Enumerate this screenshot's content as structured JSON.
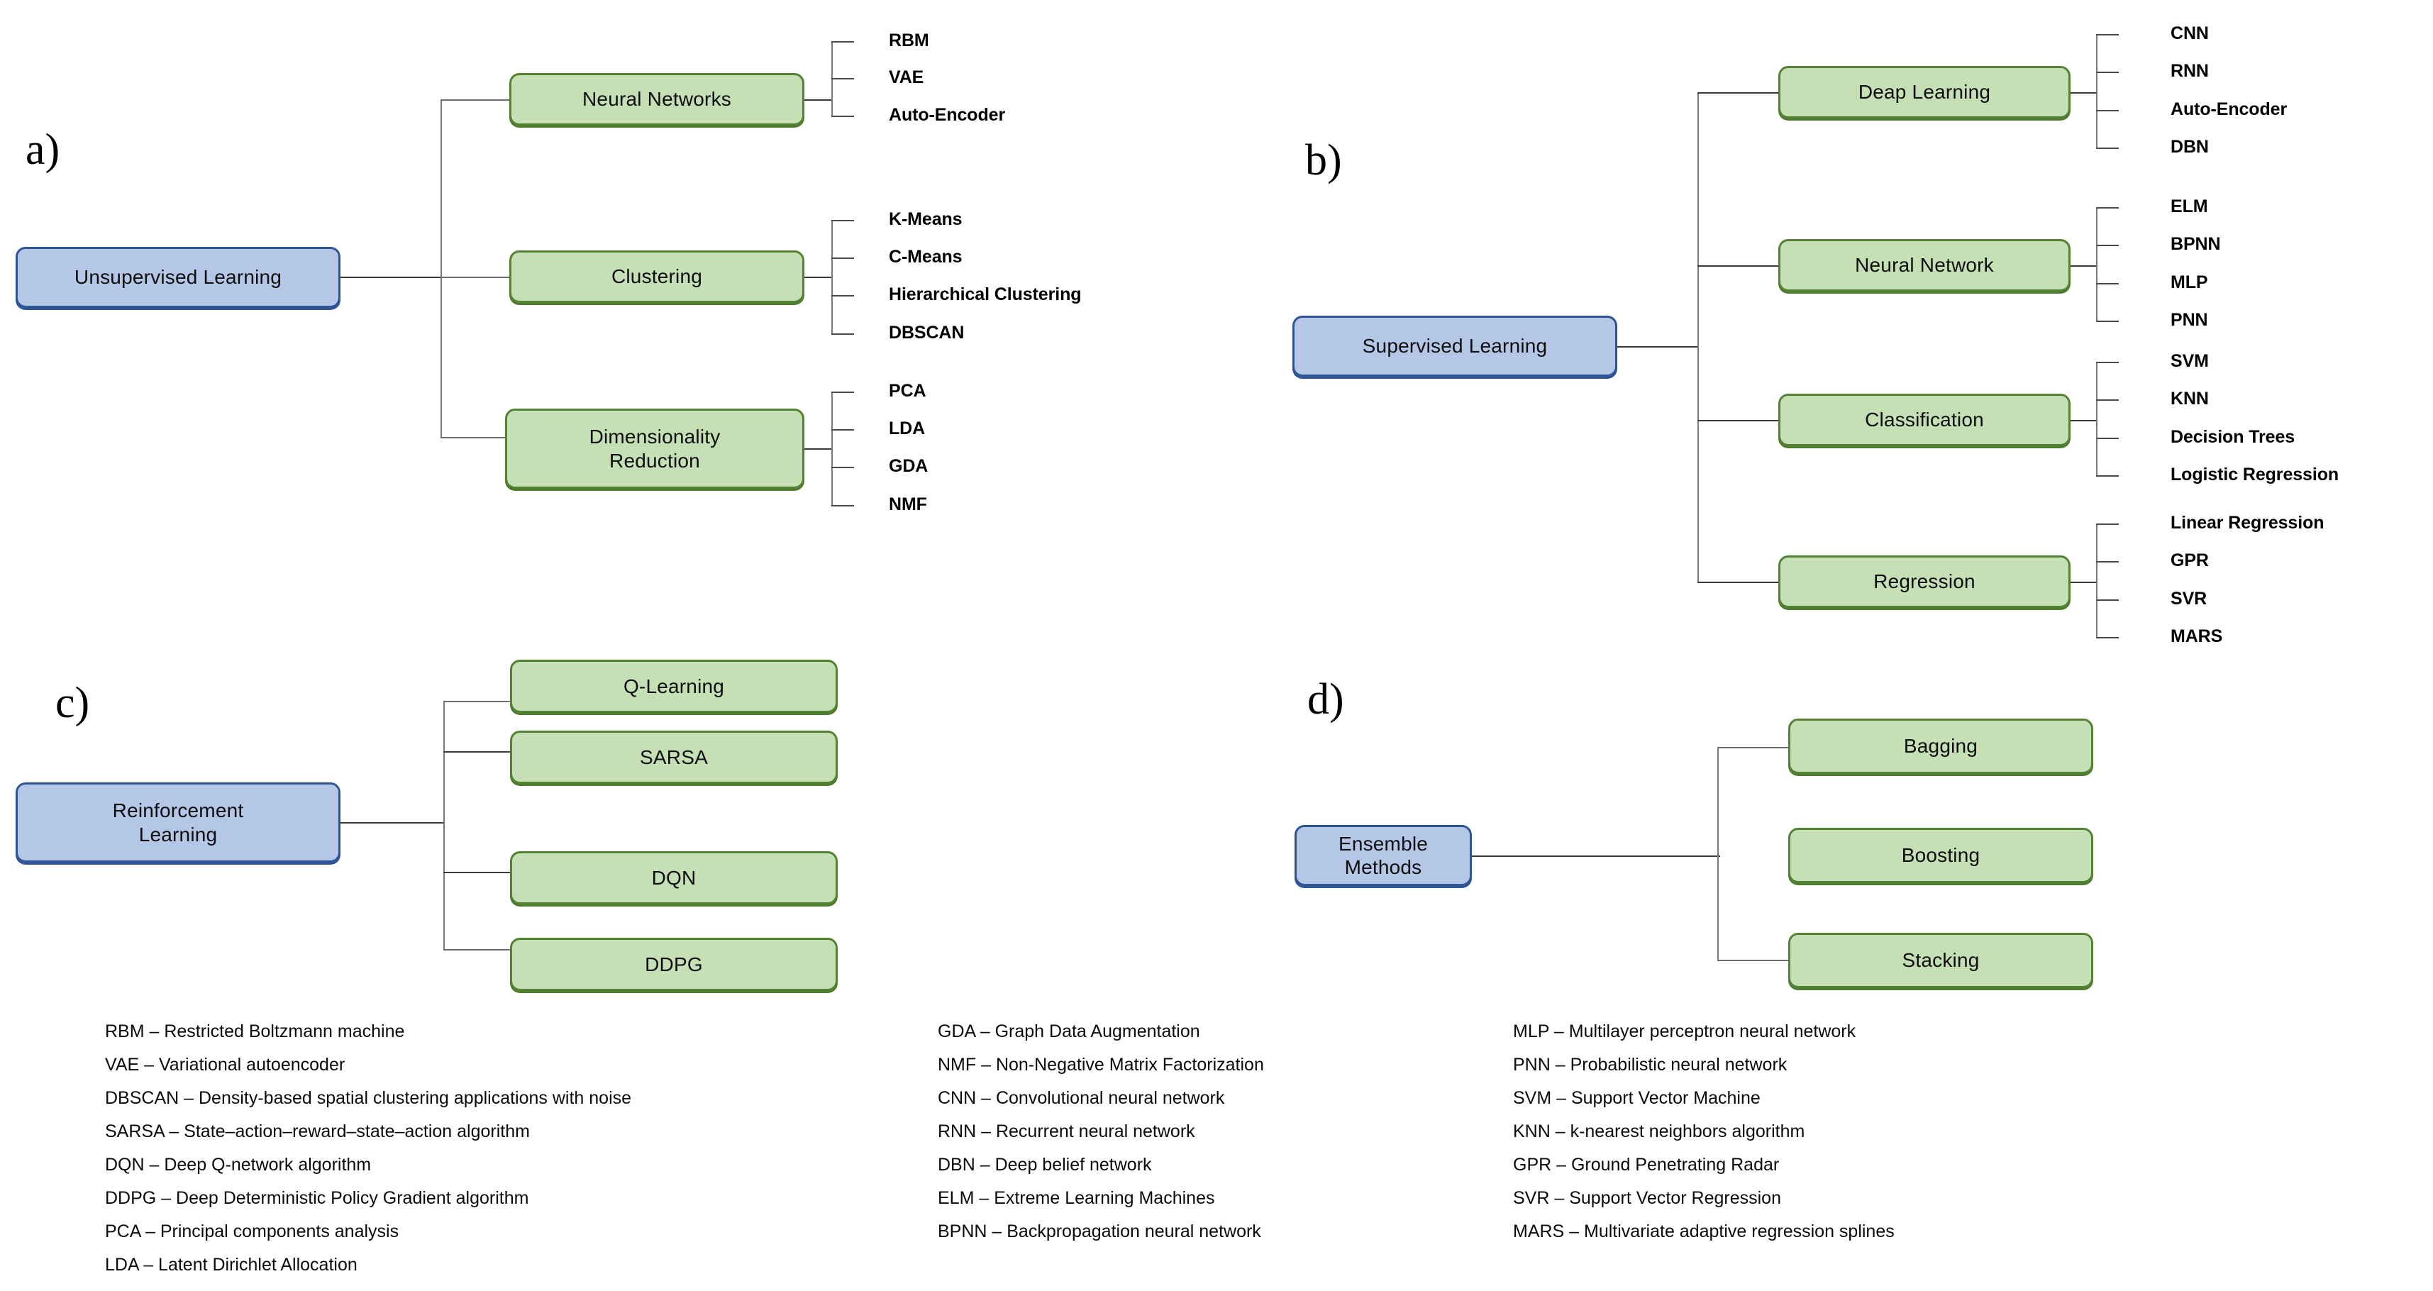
{
  "figure": {
    "title": "Machine learning algorithm taxonomy",
    "colors": {
      "root_fill": "#b4c7e7",
      "root_border": "#2f5597",
      "branch_fill": "#c5e0b4",
      "branch_border": "#548235",
      "connector": "#3a3a3a",
      "text": "#000000",
      "background": "#ffffff"
    }
  },
  "panels": [
    {
      "letter": "a)",
      "root": "Unsupervised Learning",
      "branches": [
        {
          "label": "Neural Networks",
          "leaves": [
            "RBM",
            "VAE",
            "Auto-Encoder"
          ]
        },
        {
          "label": "Clustering",
          "leaves": [
            "K-Means",
            "C-Means",
            "Hierarchical Clustering",
            "DBSCAN"
          ]
        },
        {
          "label": "Dimensionality\nReduction",
          "leaves": [
            "PCA",
            "LDA",
            "GDA",
            "NMF"
          ]
        }
      ]
    },
    {
      "letter": "b)",
      "root": "Supervised Learning",
      "branches": [
        {
          "label": "Deap Learning",
          "leaves": [
            "CNN",
            "RNN",
            "Auto-Encoder",
            "DBN"
          ]
        },
        {
          "label": "Neural Network",
          "leaves": [
            "ELM",
            "BPNN",
            "MLP",
            "PNN"
          ]
        },
        {
          "label": "Classification",
          "leaves": [
            "SVM",
            "KNN",
            "Decision Trees",
            "Logistic Regression"
          ]
        },
        {
          "label": "Regression",
          "leaves": [
            "Linear Regression",
            "GPR",
            "SVR",
            "MARS"
          ]
        }
      ]
    },
    {
      "letter": "c)",
      "root": "Reinforcement\nLearning",
      "branches": [
        {
          "label": "Q-Learning",
          "leaves": []
        },
        {
          "label": "SARSA",
          "leaves": []
        },
        {
          "label": "DQN",
          "leaves": []
        },
        {
          "label": "DDPG",
          "leaves": []
        }
      ]
    },
    {
      "letter": "d)",
      "root": "Ensemble Methods",
      "branches": [
        {
          "label": "Bagging",
          "leaves": []
        },
        {
          "label": "Boosting",
          "leaves": []
        },
        {
          "label": "Stacking",
          "leaves": []
        }
      ]
    }
  ],
  "legend": {
    "column1": [
      "RBM – Restricted Boltzmann machine",
      "VAE – Variational autoencoder",
      "DBSCAN – Density-based spatial clustering applications with noise",
      "SARSA – State–action–reward–state–action algorithm",
      "DQN –  Deep Q-network algorithm",
      "DDPG – Deep Deterministic Policy Gradient algorithm",
      "PCA – Principal components analysis",
      "LDA – Latent Dirichlet Allocation"
    ],
    "column2": [
      "GDA – Graph Data Augmentation",
      "NMF – Non-Negative Matrix Factorization",
      "CNN – Convolutional neural network",
      "RNN – Recurrent neural network",
      "DBN – Deep belief network",
      "ELM – Extreme Learning Machines",
      "BPNN – Backpropagation neural network"
    ],
    "column3": [
      "MLP – Multilayer perceptron neural network",
      "PNN – Probabilistic neural network",
      "SVM – Support Vector Machine",
      "KNN – k-nearest neighbors algorithm",
      "GPR –  Ground Penetrating Radar",
      "SVR – Support Vector Regression",
      "MARS – Multivariate adaptive regression splines"
    ]
  }
}
